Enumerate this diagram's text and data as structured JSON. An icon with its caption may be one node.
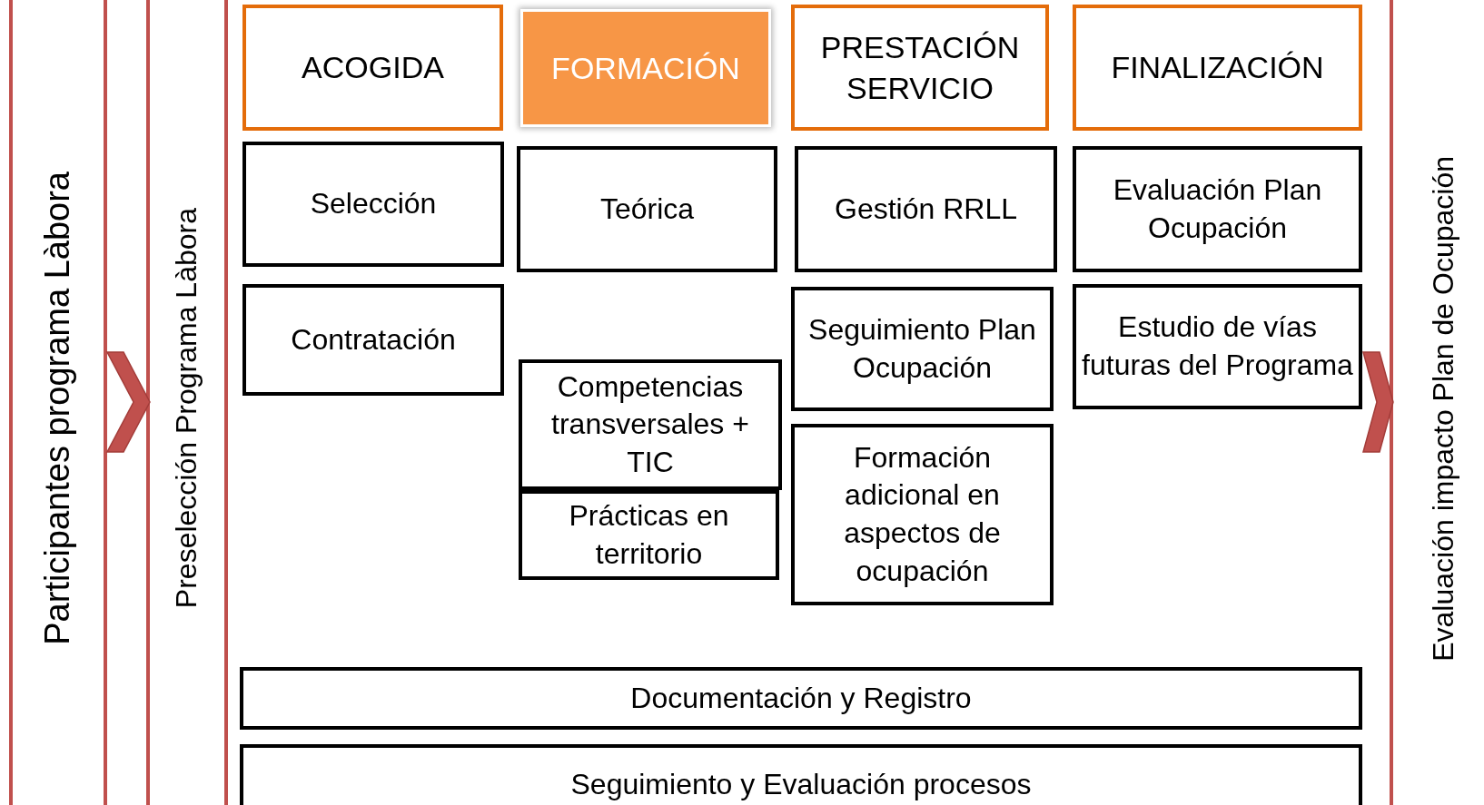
{
  "diagram": {
    "nodes": [
      {
        "text": [
          "Participantes programa Làbora"
        ]
      },
      {
        "text": [
          "Preselección Programa Làbora"
        ]
      },
      {
        "text": [
          "ACOGIDA"
        ]
      },
      {
        "text": [
          "FORMACIÓN"
        ]
      },
      {
        "text": [
          "PRESTACIÓN SERVICIO"
        ]
      },
      {
        "text": [
          "FINALIZACIÓN"
        ]
      },
      {
        "text": [
          "Selección"
        ]
      },
      {
        "text": [
          "Teórica"
        ]
      },
      {
        "text": [
          "Gestión RRLL"
        ]
      },
      {
        "text": [
          "Evaluación Plan Ocupación"
        ]
      },
      {
        "text": [
          "Contratación"
        ]
      },
      {
        "text": [
          "Seguimiento Plan Ocupación"
        ]
      },
      {
        "text": [
          "Estudio de vías futuras del Programa"
        ]
      },
      {
        "text": [
          "Competencias transversales + TIC"
        ]
      },
      {
        "text": [
          "Formación adicional en aspectos de ocupación"
        ]
      },
      {
        "text": [
          "Prácticas en territorio"
        ]
      },
      {
        "text": [
          "Documentación y Registro"
        ]
      },
      {
        "text": [
          "Seguimiento y Evaluación procesos"
        ]
      },
      {
        "text": [
          "Evaluación impacto Plan de Ocupación"
        ]
      }
    ],
    "edges": [
      {
        "from": 0,
        "to": 1,
        "arrow": "to"
      },
      {
        "from": null,
        "to": 18,
        "arrow": "to"
      }
    ]
  }
}
